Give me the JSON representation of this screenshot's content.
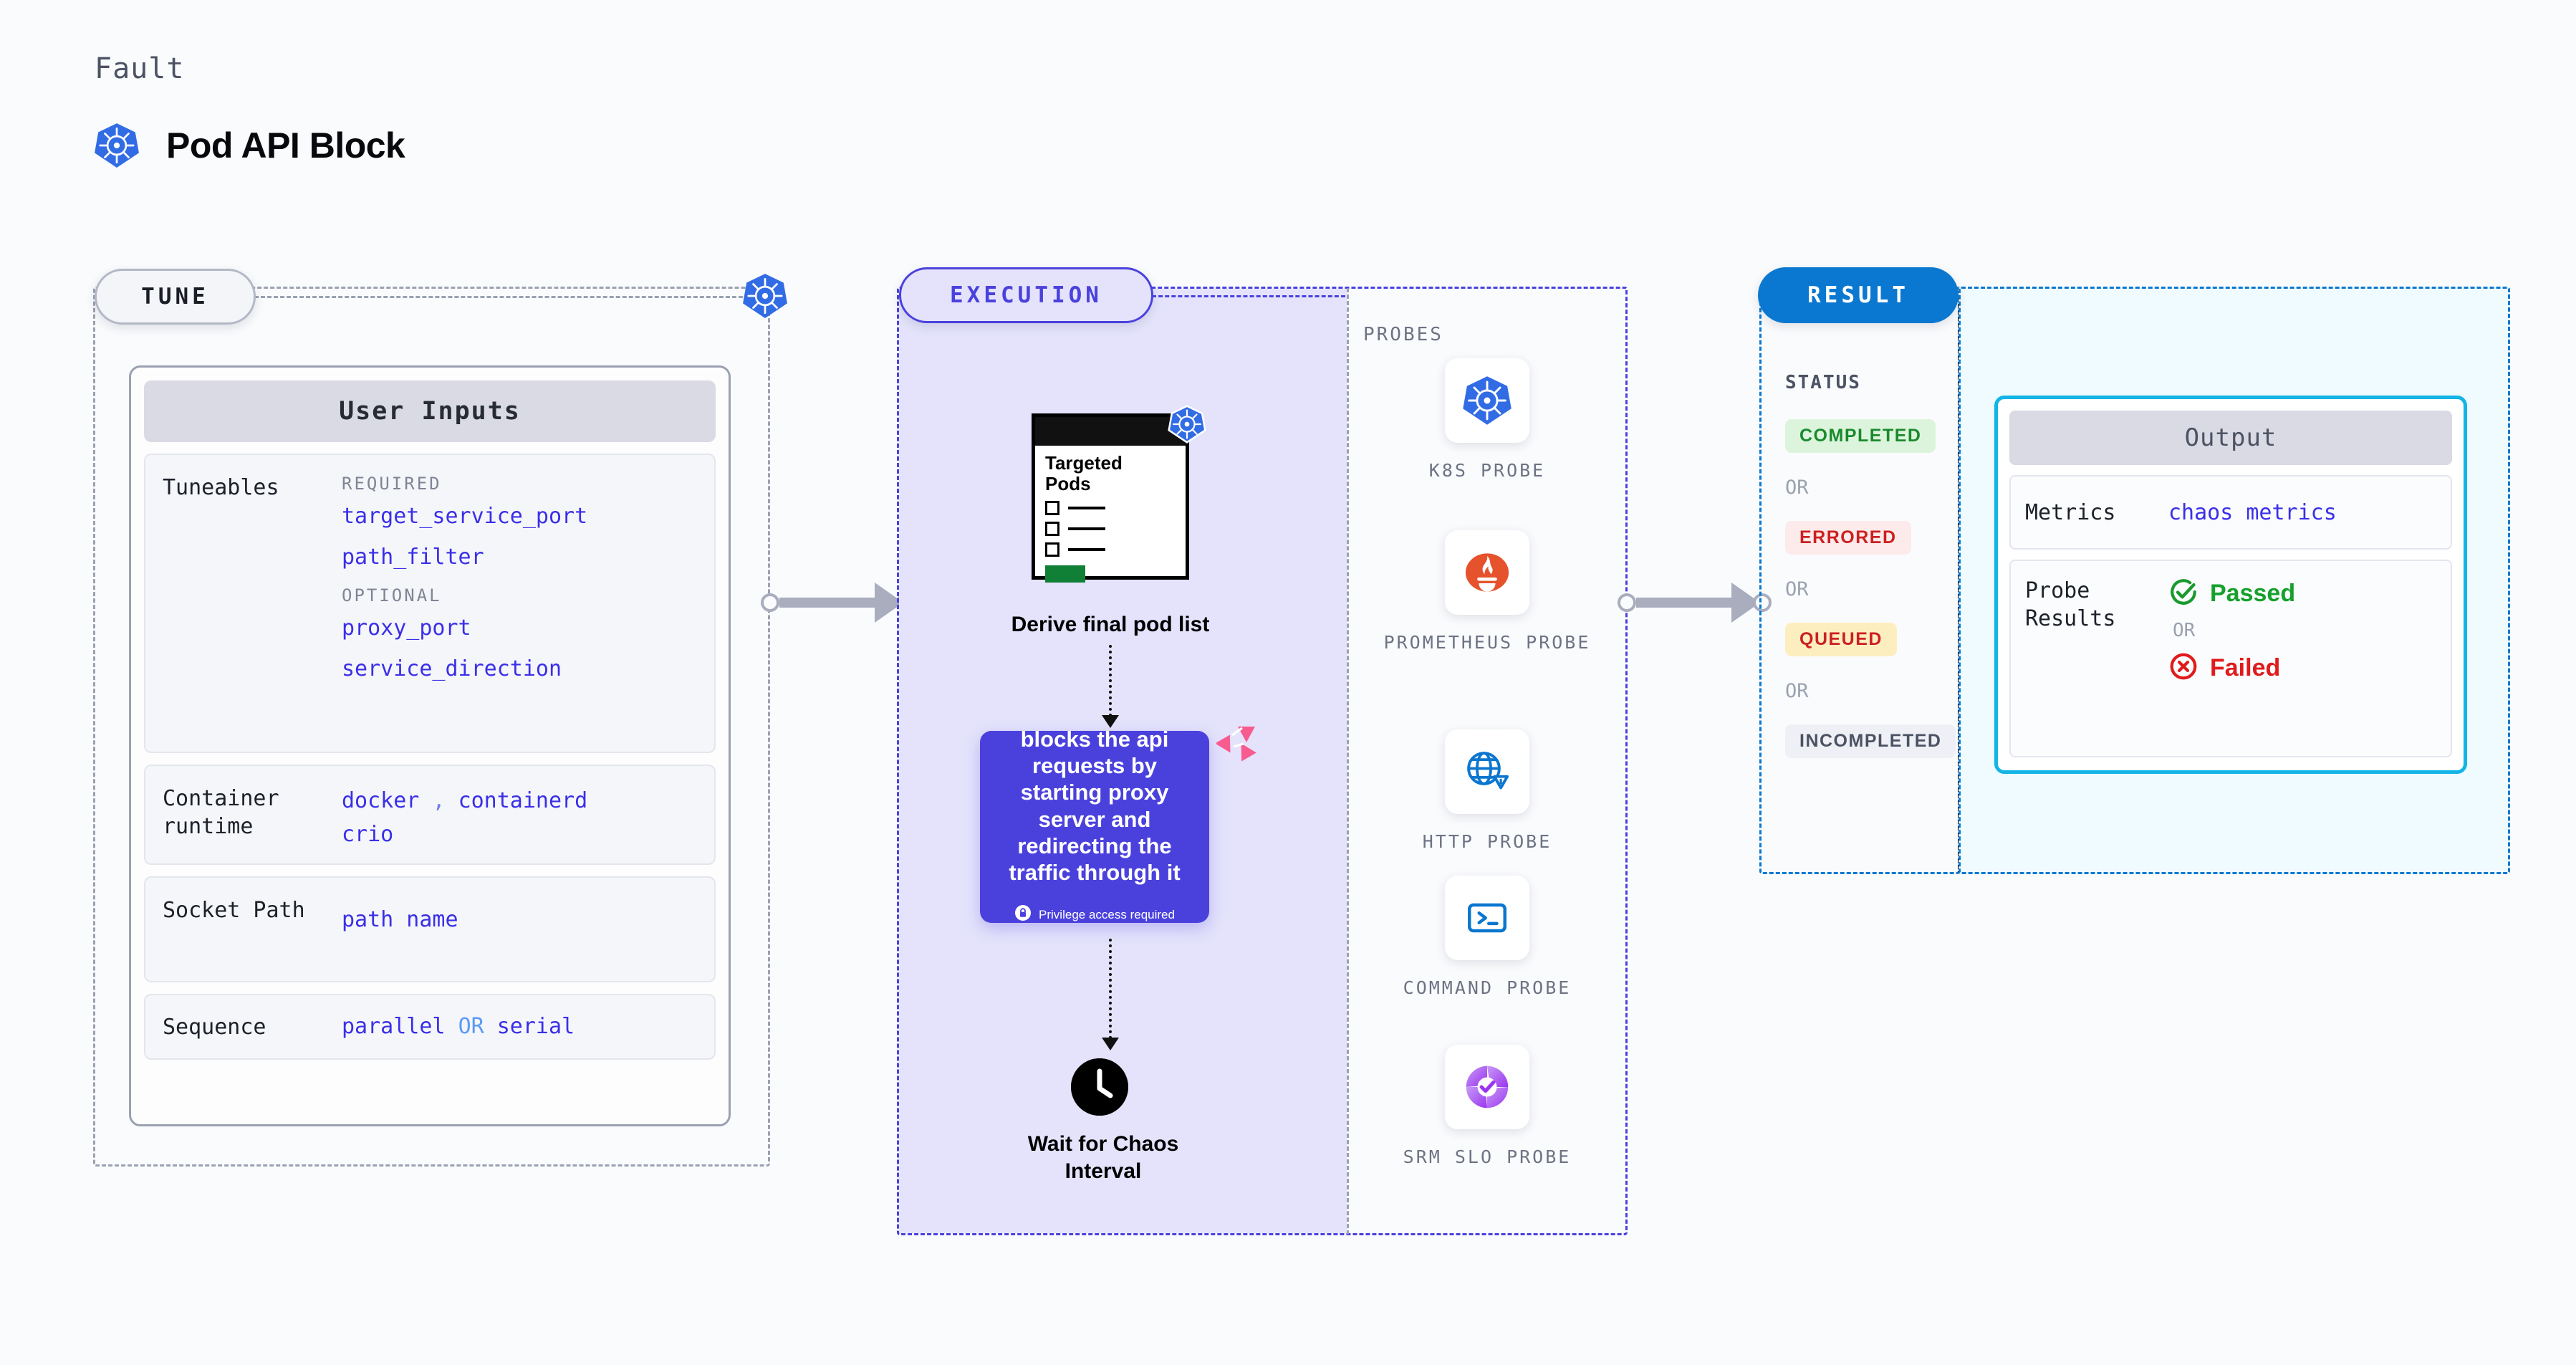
{
  "header": {
    "fault_label": "Fault",
    "title": "Pod API Block",
    "icon": "kubernetes-icon"
  },
  "colors": {
    "accent_purple": "#4a41dd",
    "accent_blue": "#0a78d0",
    "value_blue": "#3a2fe8",
    "or_blue": "#5c9bf5",
    "panel_purple_fill": "#e4e3fb",
    "panel_blue_fill": "#effbfe",
    "success_green": "#1a8a2e",
    "error_red": "#cc2020",
    "queued_yellow_bg": "#fdeec0",
    "litmus_pink": "#f75b8f"
  },
  "tune": {
    "badge": "TUNE",
    "side_icon": "kubernetes-icon",
    "card_title": "User Inputs",
    "rows": [
      {
        "label": "Tuneables",
        "groups": [
          {
            "group_label": "REQUIRED",
            "values": [
              "target_service_port",
              "path_filter"
            ]
          },
          {
            "group_label": "OPTIONAL",
            "values": [
              "proxy_port",
              "service_direction"
            ]
          }
        ]
      },
      {
        "label": "Container runtime",
        "values_line1": "docker",
        "values_sep": ",",
        "values_line1b": "containerd",
        "values_line2": "crio"
      },
      {
        "label": "Socket Path",
        "value": "path name"
      },
      {
        "label": "Sequence",
        "value_a": "parallel",
        "value_or": "OR",
        "value_b": "serial"
      }
    ]
  },
  "execution": {
    "badge": "EXECUTION",
    "targeted_pods": {
      "title_line1": "Targeted",
      "title_line2": "Pods",
      "icon": "kubernetes-icon"
    },
    "derive_label": "Derive final pod list",
    "action_card": {
      "text": "blocks the api requests by starting proxy server and redirecting the traffic through it",
      "privilege_note": "Privilege access required",
      "privilege_icon": "lock-icon",
      "corner_icon": "litmuschaos-icon"
    },
    "wait_step": {
      "icon": "clock-icon",
      "label_line1": "Wait for Chaos",
      "label_line2": "Interval"
    }
  },
  "probes": {
    "title": "PROBES",
    "items": [
      {
        "label": "K8S PROBE",
        "icon": "kubernetes-icon"
      },
      {
        "label": "PROMETHEUS PROBE",
        "icon": "prometheus-icon"
      },
      {
        "label": "HTTP PROBE",
        "icon": "globe-warning-icon"
      },
      {
        "label": "COMMAND PROBE",
        "icon": "terminal-icon"
      },
      {
        "label": "SRM SLO PROBE",
        "icon": "srm-slo-icon"
      }
    ]
  },
  "result": {
    "badge": "RESULT",
    "status_title": "STATUS",
    "or_label": "OR",
    "statuses": [
      {
        "label": "COMPLETED",
        "bg": "#ddf4dc",
        "fg": "#1a8a2e"
      },
      {
        "label": "ERRORED",
        "bg": "#fdeaea",
        "fg": "#cc2020"
      },
      {
        "label": "QUEUED",
        "bg": "#fdeec0",
        "fg": "#cc2020"
      },
      {
        "label": "INCOMPLETED",
        "bg": "#eef0f5",
        "fg": "#4b5263"
      }
    ],
    "output": {
      "title": "Output",
      "metrics_label": "Metrics",
      "metrics_value": "chaos metrics",
      "probe_results_label": "Probe Results",
      "passed_label": "Passed",
      "passed_icon": "check-circle-icon",
      "or_label": "OR",
      "failed_label": "Failed",
      "failed_icon": "x-circle-icon"
    }
  }
}
